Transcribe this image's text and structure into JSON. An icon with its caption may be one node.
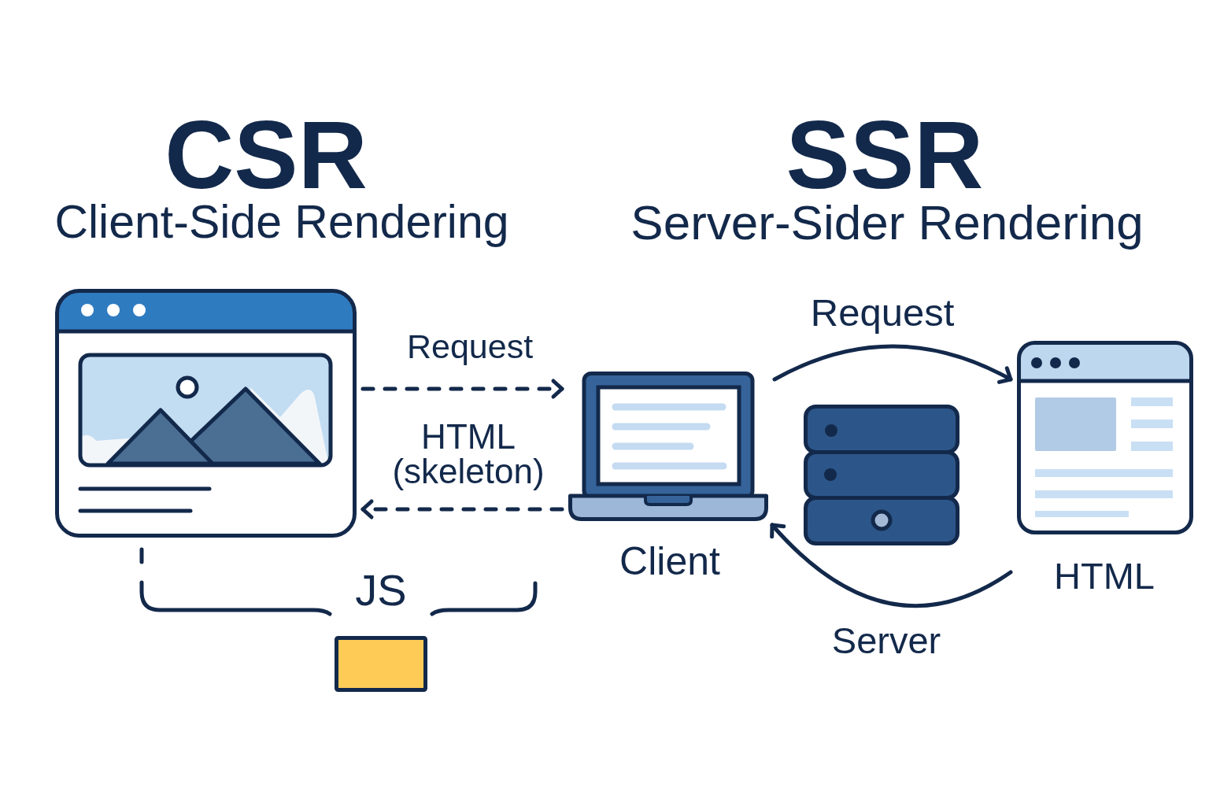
{
  "diagram": {
    "nodes": [
      {
        "text": [],
        "shape": "picture"
      },
      {
        "text": [
          "JS"
        ]
      },
      {
        "text": [
          "Client"
        ]
      },
      {
        "text": [],
        "shape": "picture"
      },
      {
        "text": [
          "HTML"
        ]
      }
    ],
    "edges": [
      {
        "from": 0,
        "to": 2,
        "arrow": "to",
        "label": "Request",
        "style": "dashed"
      },
      {
        "from": 2,
        "to": 0,
        "arrow": "to",
        "label": "HTML (skeleton)",
        "style": "dashed"
      },
      {
        "from": 2,
        "to": 4,
        "arrow": "to",
        "label": "Request"
      },
      {
        "from": 4,
        "to": 2,
        "arrow": "to",
        "label": "Server"
      }
    ],
    "labels": [
      "CSR",
      "Client-Side Rendering",
      "SSR",
      "Server-Sider Rendering"
    ]
  }
}
